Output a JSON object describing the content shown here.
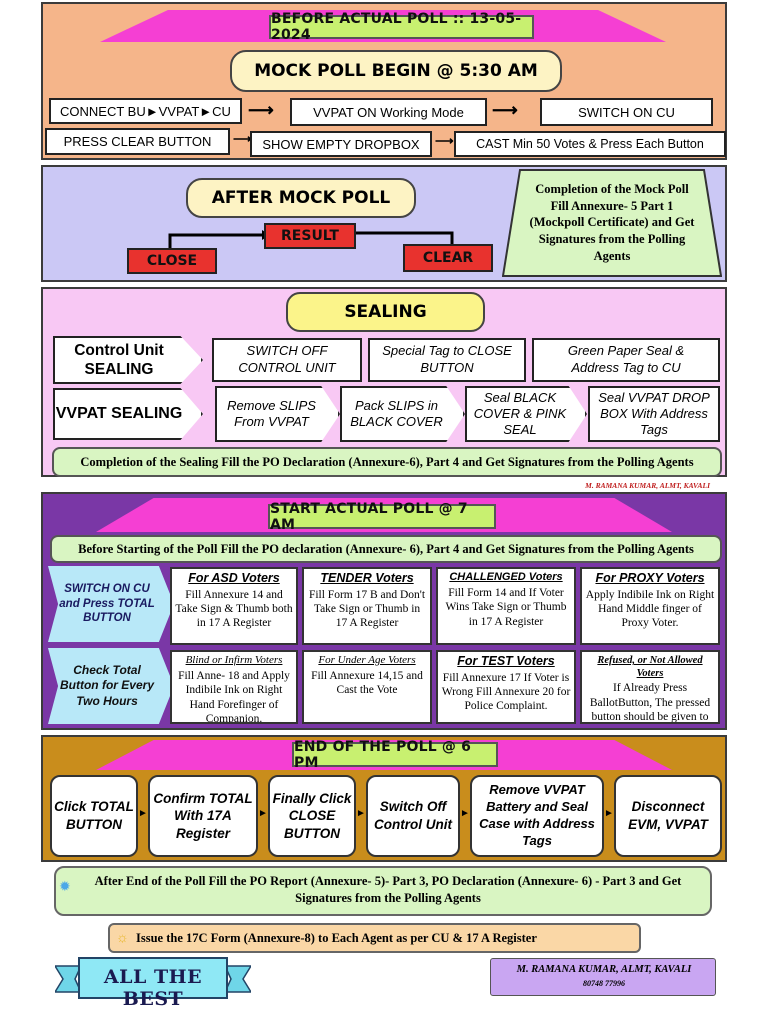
{
  "before_poll": {
    "title": "BEFORE ACTUAL POLL :: 13-05-2024",
    "mock_poll": "MOCK  POLL BEGIN  @ 5:30 AM",
    "steps_row1": [
      "CONNECT BU►VVPAT►CU",
      "VVPAT ON  Working Mode",
      "SWITCH  ON  CU"
    ],
    "steps_row2": [
      "PRESS  CLEAR  BUTTON",
      "SHOW EMPTY DROPBOX",
      "CAST Min 50 Votes & Press Each Button"
    ]
  },
  "after_mock": {
    "title": "AFTER  MOCK  POLL",
    "close": "CLOSE",
    "result": "RESULT",
    "clear": "CLEAR",
    "note": "Completion of the Mock Poll Fill Annexure- 5  Part 1 (Mockpoll Certificate) and Get Signatures from the  Polling Agents"
  },
  "sealing": {
    "title": "SEALING",
    "cu_label": "Control Unit SEALING",
    "cu_steps": [
      "SWITCH  OFF CONTROL  UNIT",
      "Special Tag to CLOSE  BUTTON",
      "Green Paper Seal   & Address Tag to CU"
    ],
    "vvpat_label": "VVPAT SEALING",
    "vvpat_steps": [
      "Remove SLIPS From VVPAT",
      "Pack SLIPS in BLACK COVER",
      "Seal BLACK COVER & PINK SEAL",
      "Seal VVPAT DROP BOX With Address Tags"
    ],
    "note": "Completion of the Sealing Fill the PO Declaration (Annexure-6), Part 4  and Get Signatures from the Polling Agents",
    "credit": "M. RAMANA KUMAR,  ALMT,  KAVALI"
  },
  "actual_poll": {
    "title": "START ACTUAL POLL @  7 AM",
    "note": "Before Starting of the Poll  Fill the PO declaration (Annexure- 6),  Part 4 and  Get Signatures from the Polling Agents",
    "side1": "SWITCH  ON CU  and Press TOTAL BUTTON",
    "side2": "Check Total Button  for Every Two Hours",
    "cells": [
      {
        "head": "For ASD Voters",
        "body": "Fill Annexure 14 and Take Sign & Thumb both  in 17 A Register"
      },
      {
        "head": "TENDER Voters",
        "body": "Fill  Form 17 B and Don't Take Sign or Thumb  in 17 A Register"
      },
      {
        "head": "CHALLENGED Voters",
        "body": "Fill  Form 14  and If Voter Wins Take Sign or Thumb  in 17 A Register"
      },
      {
        "head": "For  PROXY  Voters",
        "body": "Apply Indibile Ink on Right Hand  Middle finger of Proxy  Voter."
      },
      {
        "head": "Blind  or Infirm Voters",
        "body": "Fill  Anne- 18 and Apply Indibile Ink on Right Hand Forefinger of Companion."
      },
      {
        "head": "For Under Age Voters",
        "body": "Fill Annexure 14,15  and Cast the  Vote"
      },
      {
        "head": "For TEST Voters",
        "body": "Fill Annexure 17  If Voter is Wrong  Fill Annexure 20 for Police Complaint."
      },
      {
        "head": "Refused, or Not Allowed Voters",
        "body": "If Already Press BallotButton, The pressed button should be given to the next voter."
      }
    ]
  },
  "end_poll": {
    "title": "END  OF  THE  POLL @  6 PM",
    "steps": [
      "Click TOTAL BUTTON",
      "Confirm TOTAL With 17A Register",
      "Finally Click CLOSE BUTTON",
      "Switch Off Control Unit",
      "Remove VVPAT Battery and Seal Case with Address Tags",
      "Disconnect EVM, VVPAT"
    ]
  },
  "footer": {
    "report_note": "After End of the Poll  Fill the  PO Report (Annexure- 5)- Part 3,    PO Declaration (Annexure- 6) - Part 3 and  Get   Signatures from the Polling Agents",
    "issue_note": "Issue  the  17C  Form  (Annexure-8)   to Each  Agent as per CU & 17 A Register",
    "all_the_best": "ALL THE BEST",
    "author": "M. RAMANA  KUMAR,  ALMT, KAVALI",
    "phone": "80748 77996"
  },
  "colors": {
    "before_bg": "#f5b58a",
    "after_bg": "#cbc8f5",
    "sealing_bg": "#f8c8f4",
    "poll_bg": "#7a37a6",
    "end_bg": "#c98d1c",
    "banner": "#f53fd3",
    "tag": "#c8f070",
    "red": "#e8322e",
    "light_green": "#d9f5c2"
  }
}
